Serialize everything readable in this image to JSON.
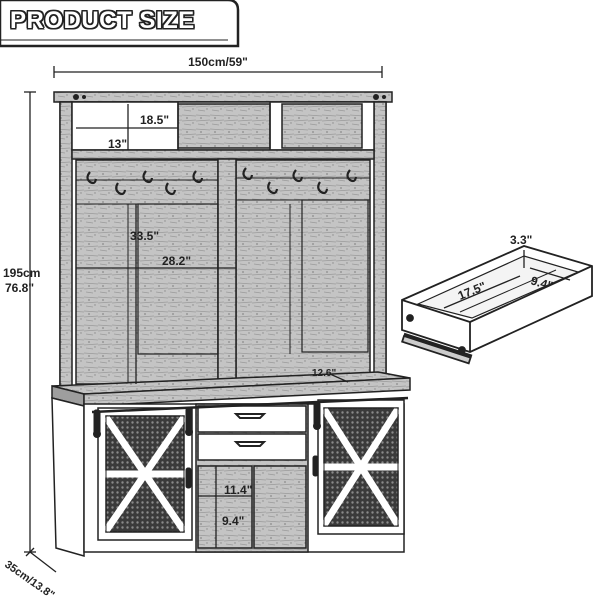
{
  "banner": {
    "title": "PRODUCT SIZE"
  },
  "dimensions": {
    "width": "150cm/59\"",
    "height_cm": "195cm",
    "height_in": "76.8\"",
    "depth": "35cm/13.8\"",
    "shelf_width": "18.5\"",
    "shelf_height": "13\"",
    "hook_section_height": "33.5\"",
    "hook_section_width": "28.2\"",
    "top_depth": "12.6\"",
    "drawer_height": "3.3\"",
    "drawer_length": "17.5\"",
    "drawer_width": "9.4\"",
    "cubby_width": "11.4\"",
    "cubby_height": "9.4\""
  },
  "colors": {
    "line": "#222222",
    "wood": "#bcbcbc",
    "mesh": "#4a4a4a",
    "paper": "#ffffff"
  }
}
